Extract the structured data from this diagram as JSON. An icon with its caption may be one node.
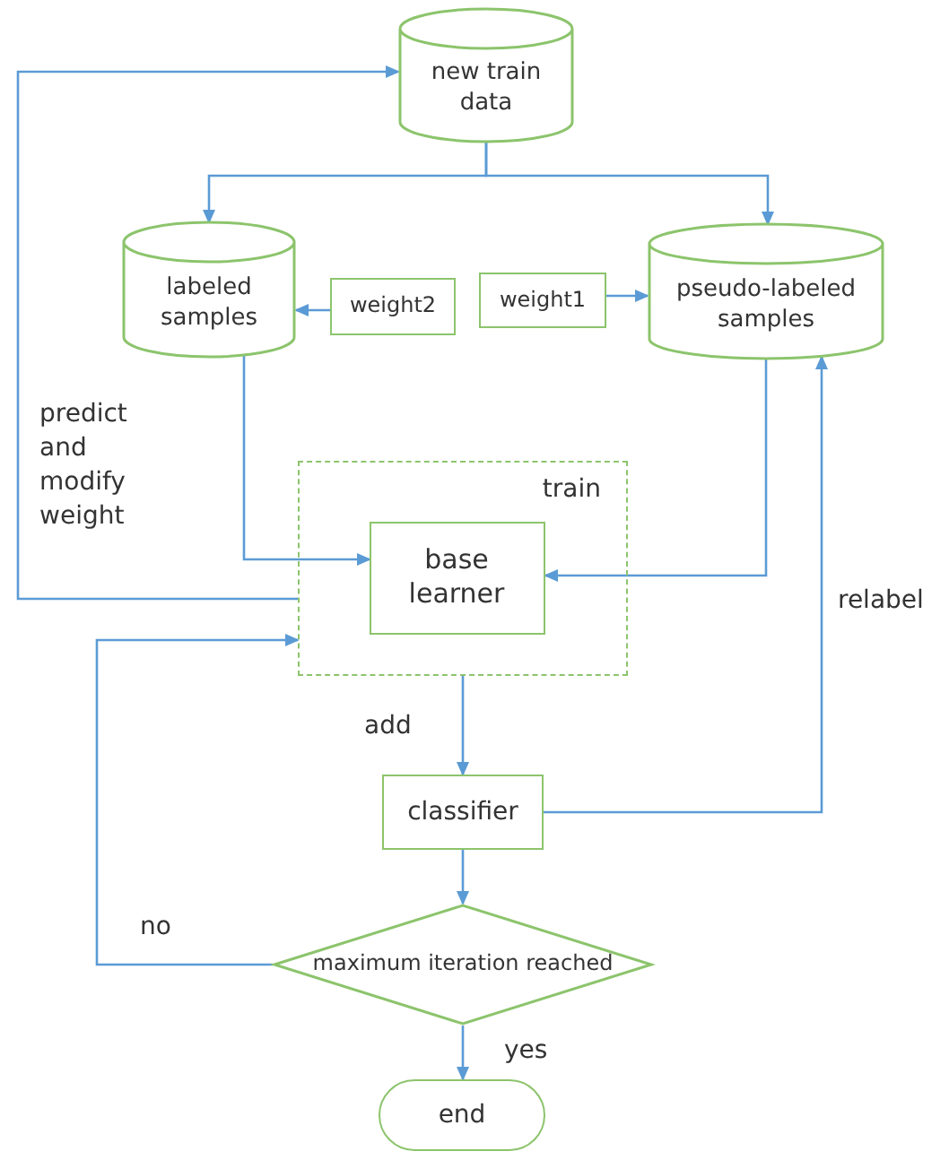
{
  "diagram": {
    "nodes": [
      {
        "text": [
          "new train data"
        ]
      },
      {
        "text": [
          "labeled samples"
        ]
      },
      {
        "text": [
          "weight2"
        ]
      },
      {
        "text": [
          "weight1"
        ]
      },
      {
        "text": [
          "pseudo-labeled samples"
        ]
      },
      {
        "text": [
          "train"
        ]
      },
      {
        "text": [
          "base learner"
        ],
        "in": 5
      },
      {
        "text": [
          "classifier"
        ]
      },
      {
        "text": [
          "maximum iteration reached"
        ]
      },
      {
        "text": [
          "end"
        ]
      }
    ],
    "edges": [
      {
        "from": 0,
        "to": 1,
        "arrow": "to"
      },
      {
        "from": 0,
        "to": 4,
        "arrow": "to"
      },
      {
        "from": 2,
        "to": 1,
        "arrow": "to"
      },
      {
        "from": 3,
        "to": 4,
        "arrow": "to"
      },
      {
        "from": 1,
        "to": 6,
        "arrow": "to"
      },
      {
        "from": 4,
        "to": 6,
        "arrow": "to"
      },
      {
        "from": 5,
        "to": 0,
        "arrow": "to",
        "label": "predict and modify weight"
      },
      {
        "from": 5,
        "to": 7,
        "arrow": "to",
        "label": "add"
      },
      {
        "from": 7,
        "to": 4,
        "arrow": "to",
        "label": "relabel"
      },
      {
        "from": 7,
        "to": 8,
        "arrow": "to"
      },
      {
        "from": 8,
        "to": 5,
        "arrow": "to",
        "label": "no"
      },
      {
        "from": 8,
        "to": 9,
        "arrow": "to",
        "label": "yes"
      }
    ]
  }
}
